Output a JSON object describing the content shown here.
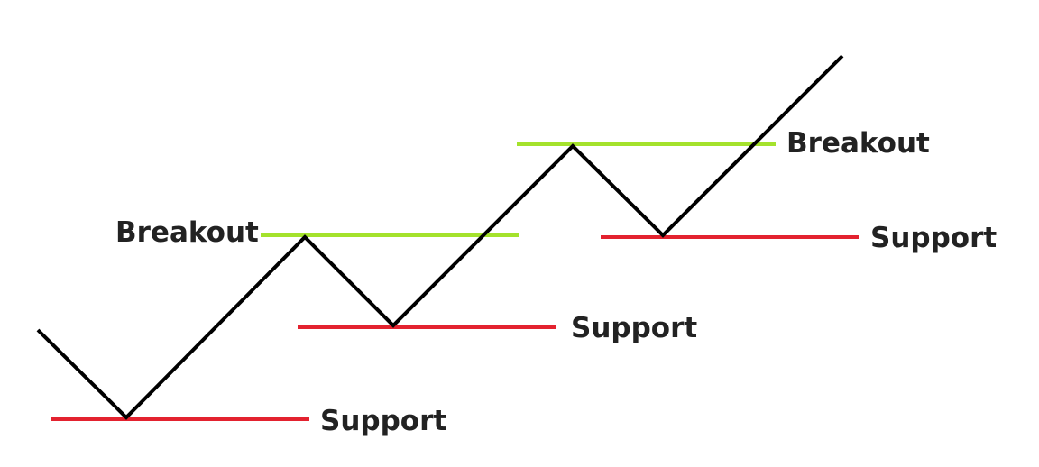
{
  "colors": {
    "price_line": "#000000",
    "support": "#e3222f",
    "breakout": "#a4e22c",
    "text": "#222222",
    "background": "#ffffff"
  },
  "labels": {
    "breakout_1": "Breakout",
    "breakout_2": "Breakout",
    "support_1": "Support",
    "support_2": "Support",
    "support_3": "Support"
  }
}
